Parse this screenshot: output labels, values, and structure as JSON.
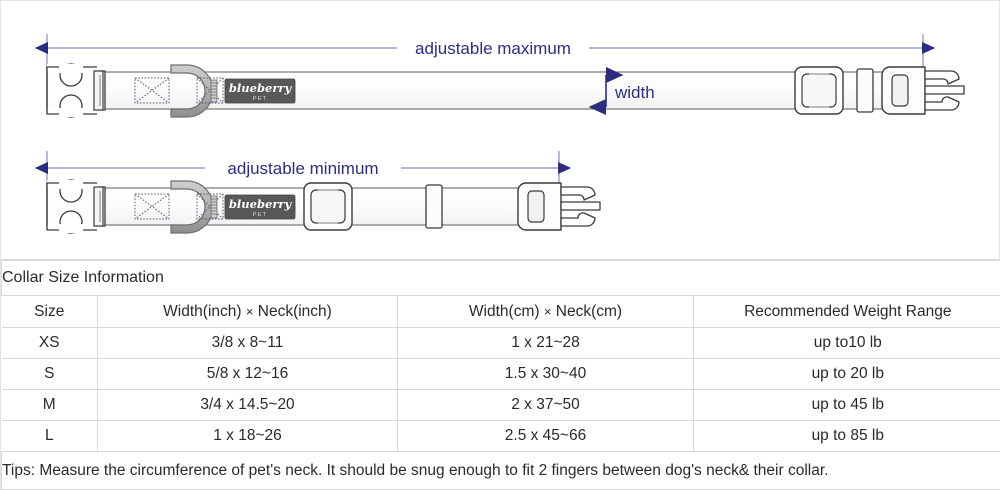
{
  "diagram": {
    "labels": {
      "adjustable_maximum": "adjustable maximum",
      "adjustable_minimum": "adjustable minimum",
      "width": "width"
    },
    "brand": {
      "name": "blueberry",
      "sub": "PET"
    },
    "colors": {
      "annotation": "#2d2d80",
      "arrow_line": "#8a8ac4",
      "hardware_outline": "#3a3a3a",
      "strap_outline": "#555555",
      "logo_bg": "#585858",
      "dring": "#9c9c9c",
      "frame": "#e3e3e3"
    },
    "parts": [
      "female-buckle",
      "stitch-box",
      "d-ring",
      "stitch-box",
      "thread-coil",
      "brand-label",
      "slider-buckle",
      "keeper-loop",
      "male-buckle"
    ]
  },
  "table": {
    "caption": "Collar Size Information",
    "headers": [
      "Size",
      "Width(inch)  ×  Neck(inch)",
      "Width(cm)  ×  Neck(cm)",
      "Recommended Weight Range"
    ],
    "headers_parts": [
      {
        "text": "Size"
      },
      {
        "a": "Width(inch)",
        "x": "×",
        "b": "Neck(inch)"
      },
      {
        "a": "Width(cm)",
        "x": "×",
        "b": "Neck(cm)"
      },
      {
        "text": "Recommended Weight Range"
      }
    ],
    "rows": [
      {
        "size": "XS",
        "inch": "3/8 x 8~11",
        "cm": "1 x 21~28",
        "weight": "up to10 lb"
      },
      {
        "size": "S",
        "inch": "5/8 x 12~16",
        "cm": "1.5 x 30~40",
        "weight": "up to 20 lb"
      },
      {
        "size": "M",
        "inch": "3/4 x 14.5~20",
        "cm": "2 x 37~50",
        "weight": "up to 45 lb"
      },
      {
        "size": "L",
        "inch": "1 x 18~26",
        "cm": "2.5 x 45~66",
        "weight": "up to 85 lb"
      }
    ],
    "tips": "Tips: Measure the circumference of pet's neck. It should be snug enough to fit 2 fingers between dog's neck& their collar."
  }
}
